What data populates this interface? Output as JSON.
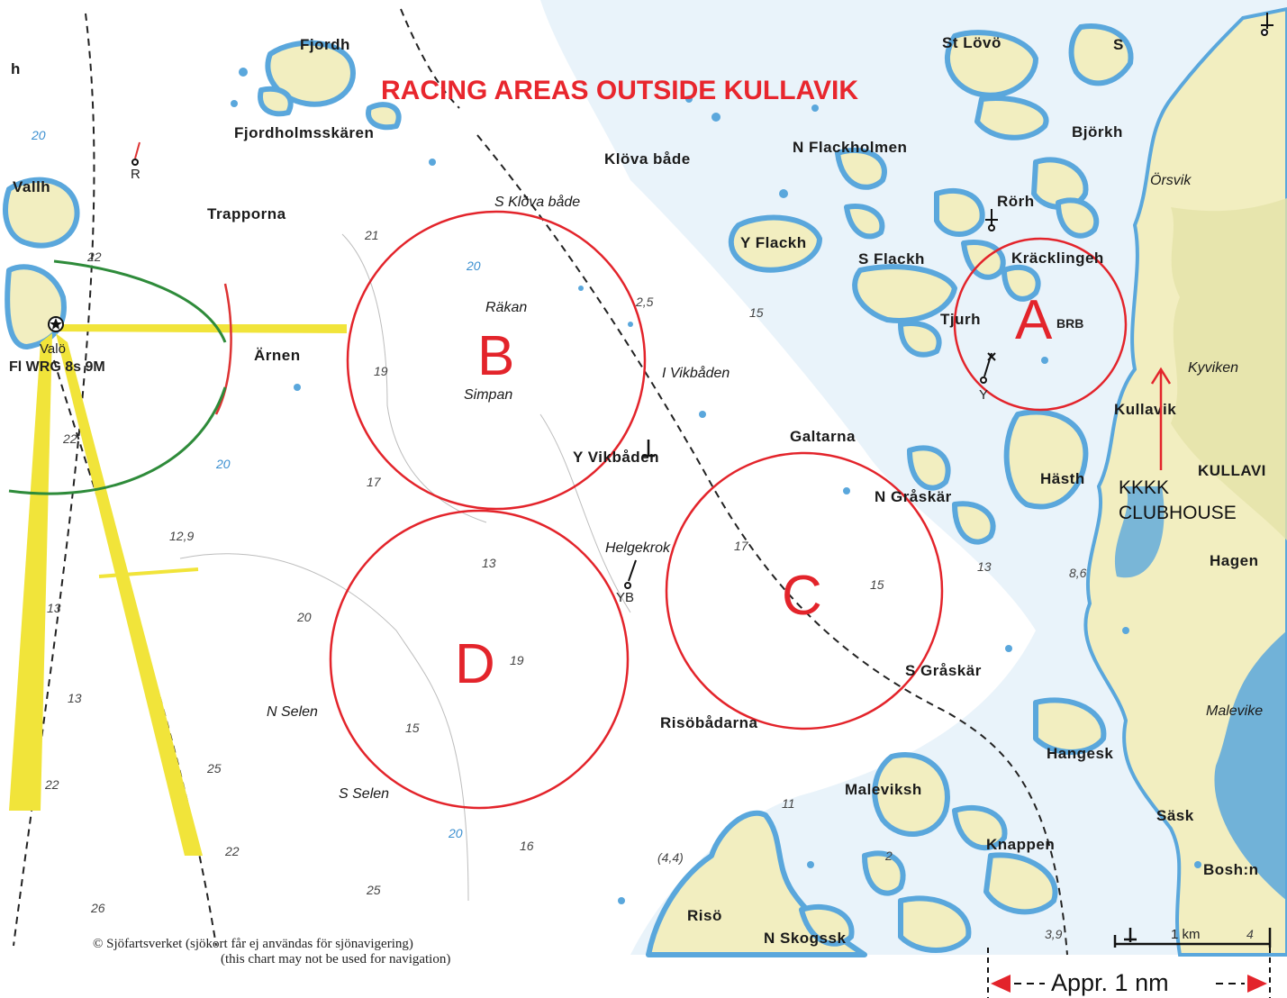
{
  "title": "RACING AREAS OUTSIDE KULLAVIK",
  "colors": {
    "water": "#ffffff",
    "shallow": "#5aa7dc",
    "land": "#f2eec0",
    "racing_circle": "#e3242b",
    "sector_yellow": "#f1e43a"
  },
  "racing_areas": [
    {
      "letter": "A"
    },
    {
      "letter": "B"
    },
    {
      "letter": "C"
    },
    {
      "letter": "D"
    }
  ],
  "place_labels": {
    "fjordh": "Fjordh",
    "fjordholmsskaren": "Fjordholmsskären",
    "vallh": "Vallh",
    "trapporna": "Trapporna",
    "arnen": "Ärnen",
    "klova_bade": "Klöva både",
    "n_flackholmen": "N Flackholmen",
    "st_lovo": "St Lövö",
    "s": "S",
    "bjorkh": "Björkh",
    "rorh": "Rörh",
    "y_flackh": "Y Flackh",
    "s_flackh": "S Flackh",
    "kracklingeh": "Kräcklingeh",
    "tjurh": "Tjurh",
    "kullavik": "Kullavik",
    "kullavi": "KULLAVI",
    "hasth": "Hästh",
    "galtarna": "Galtarna",
    "n_graskar": "N Gråskär",
    "y_vikbaden": "Y Vikbåden",
    "hagen": "Hagen",
    "s_graskar": "S Gråskär",
    "risobadarna": "Risöbådarna",
    "hangesk": "Hangesk",
    "maleviksh": "Maleviksh",
    "sask": "Säsk",
    "knappen": "Knappen",
    "bosh_n": "Bosh:n",
    "riso": "Risö",
    "n_skogssk": "N Skogssk",
    "h": "h"
  },
  "italic_labels": {
    "s_klova_bade": "S Klöva både",
    "rakan": "Räkan",
    "simpan": "Simpan",
    "i_vikbaden": "I Vikbåden",
    "helgekrok": "Helgekrok",
    "orsvik": "Örsvik",
    "kyviken": "Kyviken",
    "maleviken": "Malevike",
    "n_selen": "N Selen",
    "s_selen": "S Selen"
  },
  "marks": {
    "brb": "BRB",
    "y_mark": "Y",
    "yb_mark": "YB",
    "r_mark": "R",
    "valo": "Valö",
    "light": "Fl WRG 8s 9M"
  },
  "depths": [
    "20",
    "22",
    "21",
    "20",
    "2,5",
    "15",
    "19",
    "17",
    "22",
    "20",
    "12,9",
    "13",
    "17",
    "15",
    "13",
    "8,6",
    "20",
    "19",
    "13",
    "15",
    "11",
    "25",
    "22",
    "16",
    "(4,4)",
    "2",
    "25",
    "26",
    "22",
    "3,9",
    "4",
    "20",
    "13"
  ],
  "clubhouse": {
    "line1": "KKKK",
    "line2": "CLUBHOUSE"
  },
  "scale": {
    "bar_label": "1 km",
    "nm_label": "Appr. 1 nm"
  },
  "copyright": {
    "line1": "© Sjöfartsverket (sjökort får ej användas för sjönavigering)",
    "line2": "(this chart may not be used for navigation)"
  },
  "icons": [
    "buoy-icon",
    "lighthouse-star-icon",
    "red-arrow-icon"
  ]
}
